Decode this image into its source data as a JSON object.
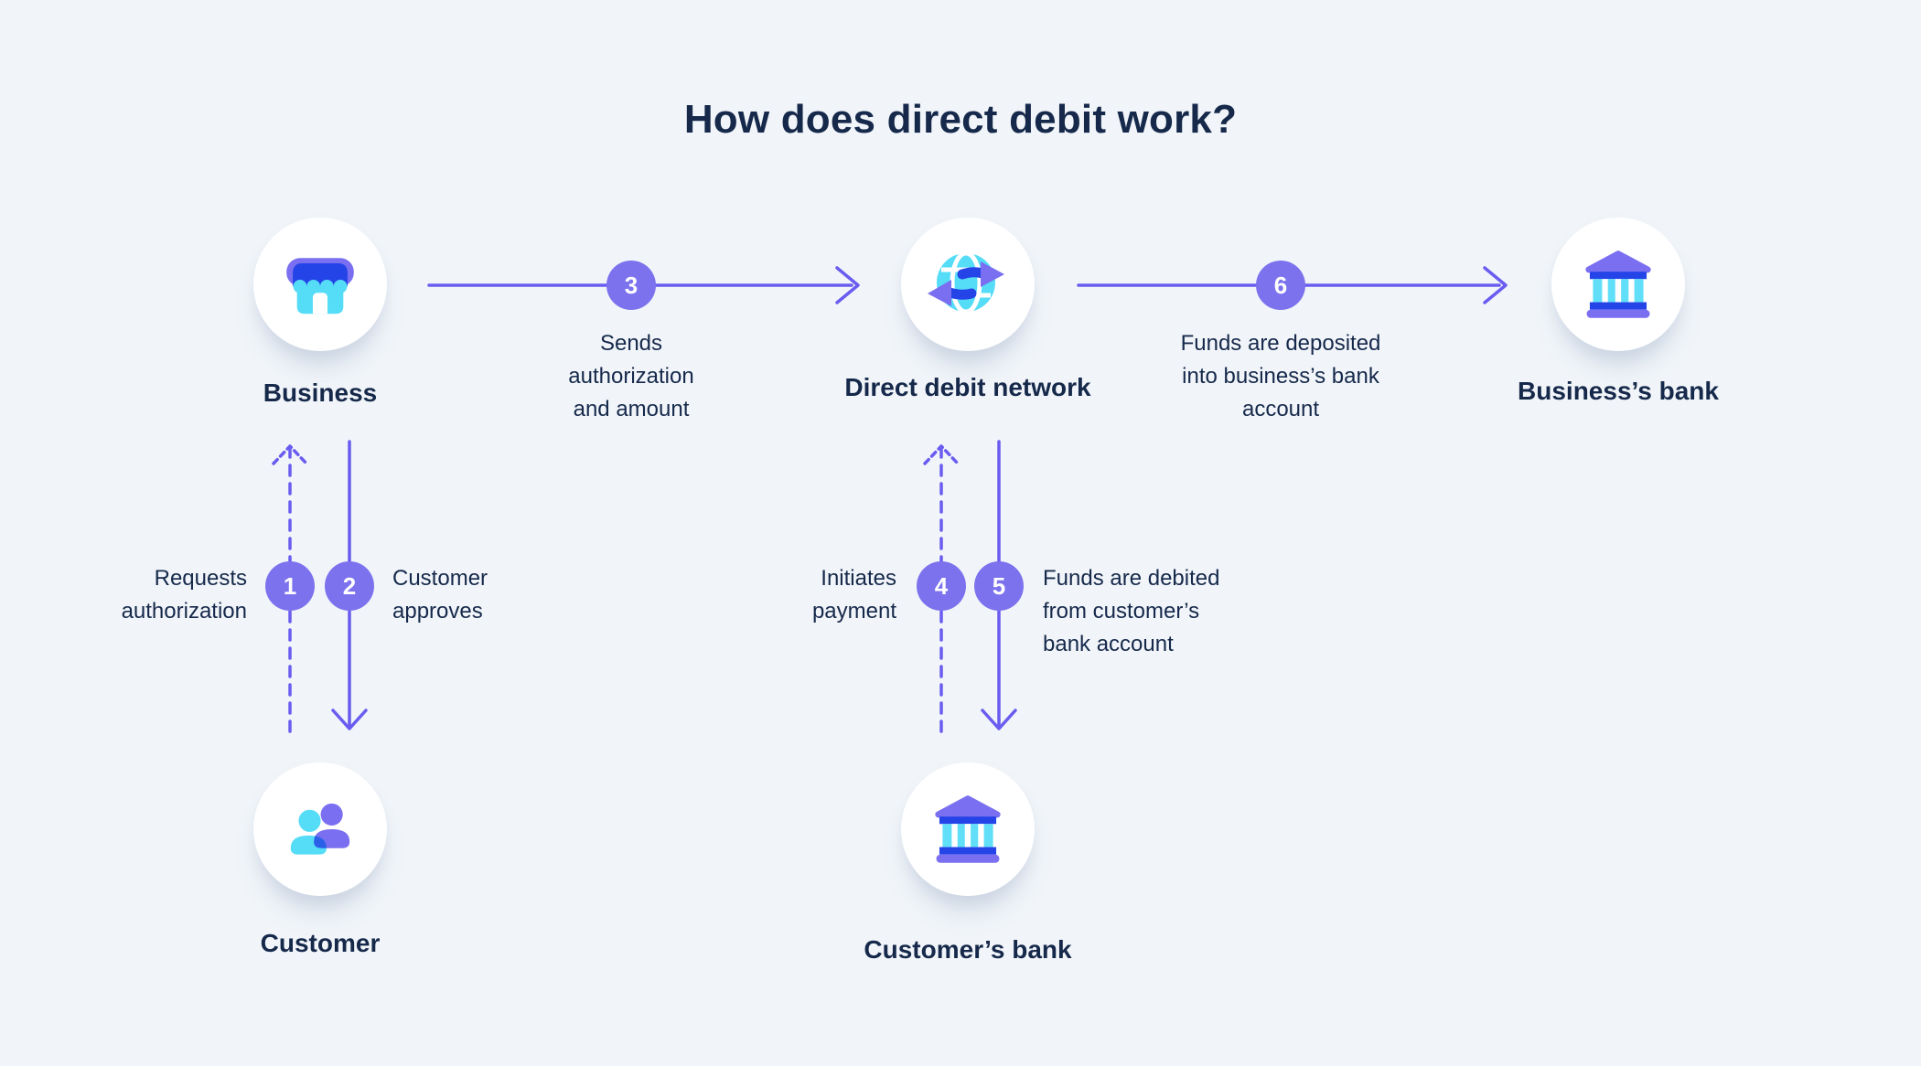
{
  "title": "How does direct debit work?",
  "palette": {
    "background": "#F1F5F9",
    "text": "#16294B",
    "step_circle": "#7C72EE",
    "connector": "#6A5CF0",
    "icon_purple": "#7A6FF0",
    "icon_blue": "#2544E8",
    "icon_cyan": "#55DCF6"
  },
  "nodes": {
    "business": {
      "label": "Business",
      "icon": "storefront-icon"
    },
    "network": {
      "label": "Direct debit network",
      "icon": "globe-transfer-icon"
    },
    "business_bank": {
      "label": "Business’s bank",
      "icon": "bank-icon"
    },
    "customer": {
      "label": "Customer",
      "icon": "people-icon"
    },
    "customer_bank": {
      "label": "Customer’s bank",
      "icon": "bank-icon"
    }
  },
  "steps": {
    "s1": {
      "number": "1",
      "label": "Requests authorization"
    },
    "s2": {
      "number": "2",
      "label": "Customer approves"
    },
    "s3": {
      "number": "3",
      "label": "Sends authorization and amount"
    },
    "s4": {
      "number": "4",
      "label": "Initiates payment"
    },
    "s5": {
      "number": "5",
      "label": "Funds are debited from customer’s bank account"
    },
    "s6": {
      "number": "6",
      "label": "Funds are deposited into business’s bank account"
    }
  }
}
